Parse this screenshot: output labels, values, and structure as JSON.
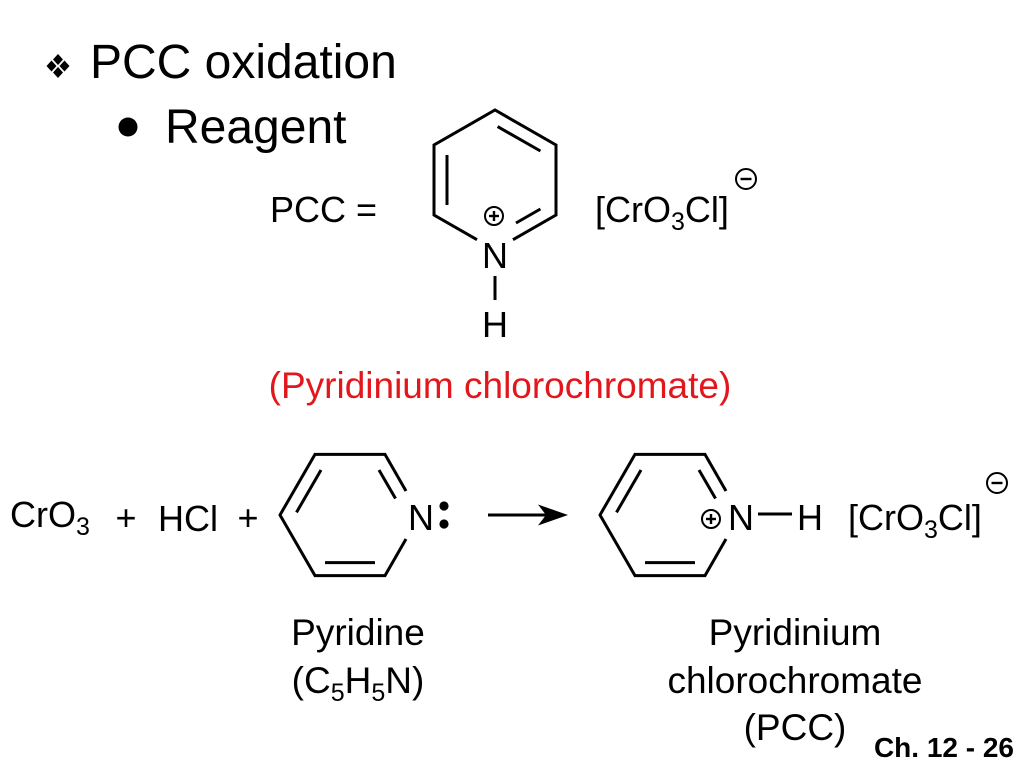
{
  "slide": {
    "bullet_icon": "diamond-bullet-icon",
    "title": "PCC oxidation",
    "sub_bullet_icon": "round-bullet-icon",
    "subtitle": "Reagent",
    "background": "#FFFFFF",
    "text_color": "#000000"
  },
  "reagent": {
    "label": "PCC =",
    "cation": {
      "ring_icon": "pyridinium-ring-icon",
      "charge_icon": "positive-charge-icon",
      "atom_n": "N",
      "atom_h": "H"
    },
    "anion": {
      "open": "[CrO",
      "sub": "3",
      "close": "Cl]",
      "charge_icon": "negative-charge-icon"
    },
    "name": "(Pyridinium chlorochromate)",
    "name_color": "#E3161B"
  },
  "reaction": {
    "reactant_1": {
      "base": "CrO",
      "sub": "3"
    },
    "plus_1": "+",
    "reactant_2": "HCl",
    "plus_2": "+",
    "pyridine": {
      "ring_icon": "pyridine-ring-icon",
      "atom_n": "N",
      "lone_pair_icon": "lone-pair-icon",
      "label": "Pyridine",
      "formula": [
        "(C",
        "5",
        "H",
        "5",
        "N)"
      ]
    },
    "arrow_icon": "reaction-arrow-icon",
    "product": {
      "ring_icon": "pyridinium-ring-icon",
      "charge_icon": "positive-charge-icon",
      "atom_n": "N",
      "atom_h": "H",
      "anion": {
        "open": "[CrO",
        "sub": "3",
        "close": "Cl]",
        "charge_icon": "negative-charge-icon"
      },
      "label_lines": [
        "Pyridinium",
        "chlorochromate",
        "(PCC)"
      ]
    }
  },
  "footer": {
    "page_label": "Ch. 12 - 26"
  }
}
